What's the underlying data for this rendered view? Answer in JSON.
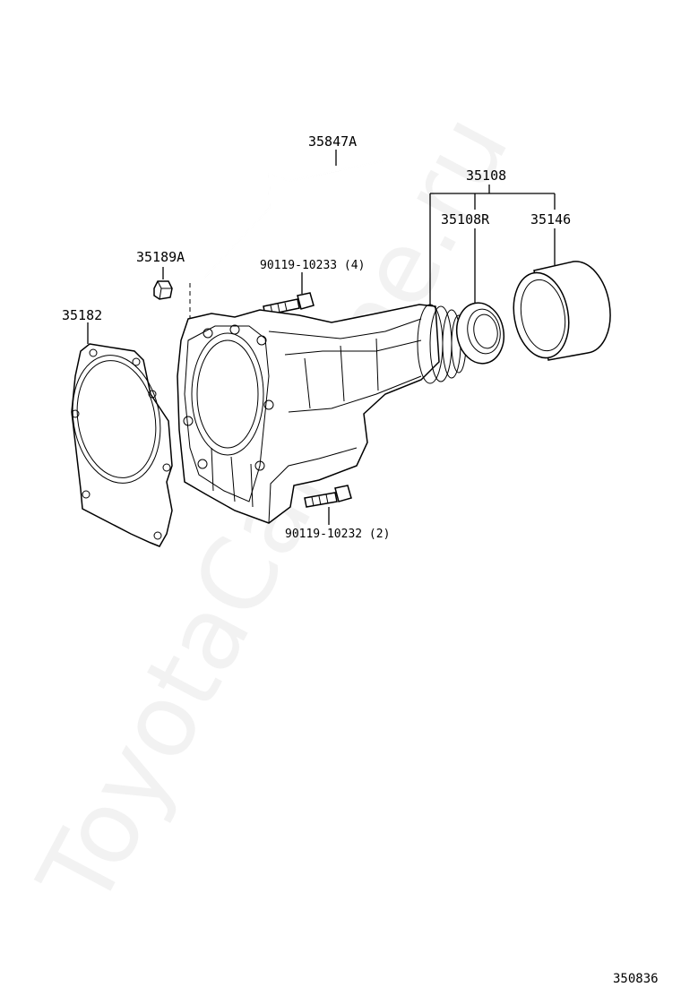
{
  "watermark": "ToyotaCarMine.ru",
  "diagram_number": "350836",
  "callouts": {
    "tube": "35847A",
    "assembly": "35108",
    "seal": "35108R",
    "bushing": "35146",
    "plug": "35189A",
    "bolt_top": "90119-10233 (4)",
    "gasket": "35182",
    "bolt_bottom": "90119-10232 (2)"
  }
}
